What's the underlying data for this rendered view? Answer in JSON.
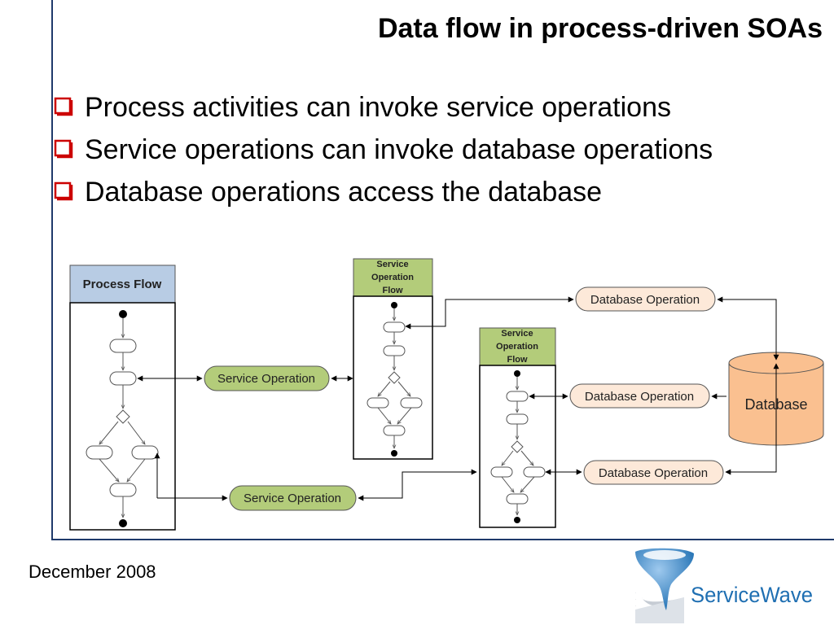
{
  "slide": {
    "title": "Data flow in process-driven SOAs",
    "bullets": [
      "Process activities can invoke service operations",
      "Service operations can invoke database operations",
      "Database operations access the database"
    ],
    "footer_date": "December 2008",
    "brand_name": "ServiceWave",
    "colors": {
      "frame": "#1f3a6b",
      "bullet_box": "#cc0000",
      "process_header": "#b8cce4",
      "service_header": "#b3cc7a",
      "service_pill": "#b3cc7a",
      "db_pill": "#fde9d9",
      "database": "#fac090",
      "brand_blue": "#1f6fb2"
    }
  },
  "diagram": {
    "process_flow_label": "Process Flow",
    "service_flow_label_lines": [
      "Service",
      "Operation",
      "Flow"
    ],
    "service_operation_label": "Service Operation",
    "database_operation_label": "Database Operation",
    "database_label": "Database"
  }
}
